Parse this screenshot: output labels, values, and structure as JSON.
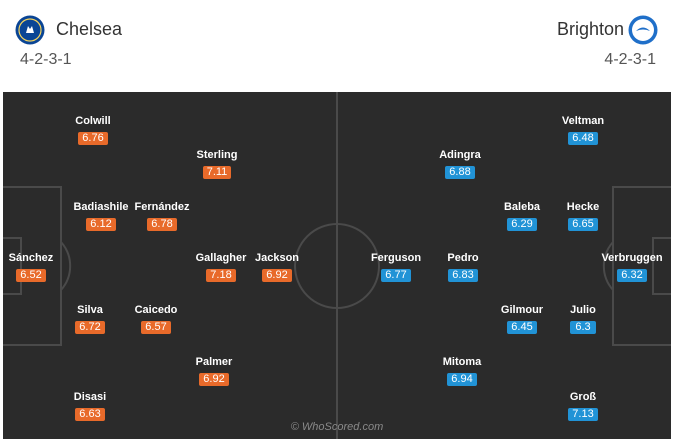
{
  "home": {
    "name": "Chelsea",
    "formation": "4-2-3-1",
    "crest_icon": "chelsea-crest-icon",
    "color": "#e86a2a",
    "players": [
      {
        "name": "Sánchez",
        "rating": "6.52"
      },
      {
        "name": "Colwill",
        "rating": "6.76"
      },
      {
        "name": "Badiashile",
        "rating": "6.12"
      },
      {
        "name": "Silva",
        "rating": "6.72"
      },
      {
        "name": "Disasi",
        "rating": "6.63"
      },
      {
        "name": "Fernández",
        "rating": "6.78"
      },
      {
        "name": "Caicedo",
        "rating": "6.57"
      },
      {
        "name": "Sterling",
        "rating": "7.11"
      },
      {
        "name": "Gallagher",
        "rating": "7.18"
      },
      {
        "name": "Palmer",
        "rating": "6.92"
      },
      {
        "name": "Jackson",
        "rating": "6.92"
      }
    ]
  },
  "away": {
    "name": "Brighton",
    "formation": "4-2-3-1",
    "crest_icon": "brighton-crest-icon",
    "color": "#2193d6",
    "players": [
      {
        "name": "Ferguson",
        "rating": "6.77"
      },
      {
        "name": "Adingra",
        "rating": "6.88"
      },
      {
        "name": "Pedro",
        "rating": "6.83"
      },
      {
        "name": "Mitoma",
        "rating": "6.94"
      },
      {
        "name": "Baleba",
        "rating": "6.29"
      },
      {
        "name": "Gilmour",
        "rating": "6.45"
      },
      {
        "name": "Veltman",
        "rating": "6.48"
      },
      {
        "name": "Hecke",
        "rating": "6.65"
      },
      {
        "name": "Julio",
        "rating": "6.3"
      },
      {
        "name": "Groß",
        "rating": "7.13"
      },
      {
        "name": "Verbruggen",
        "rating": "6.32"
      }
    ]
  },
  "pitch_color": "#2b2b2b",
  "watermark": "© WhoScored.com"
}
